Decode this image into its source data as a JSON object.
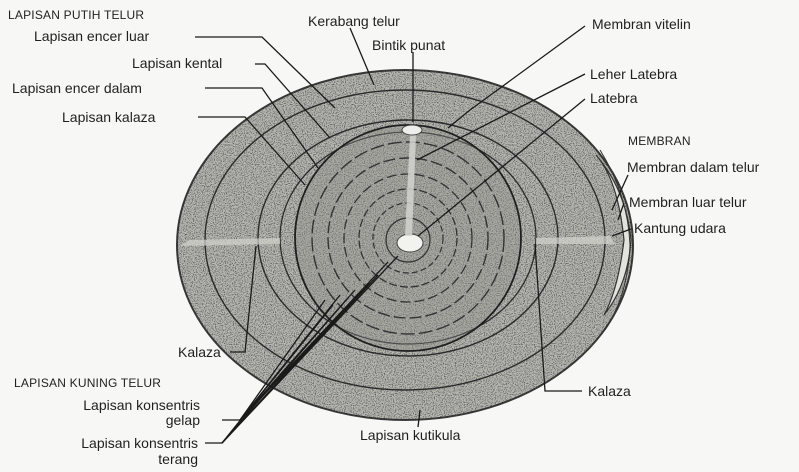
{
  "headings": {
    "egg_white_layers": "LAPISAN PUTIH TELUR",
    "membranes": "MEMBRAN",
    "yolk_layers": "LAPISAN KUNING TELUR"
  },
  "labels": {
    "thin_outer_albumen": "Lapisan encer luar",
    "thick_albumen": "Lapisan kental",
    "thin_inner_albumen": "Lapisan encer dalam",
    "chalaziferous_layer": "Lapisan kalaza",
    "shell": "Kerabang telur",
    "germinal_disc": "Bintik punat",
    "vitelline_membrane": "Membran vitelin",
    "latebra_neck": "Leher Latebra",
    "latebra": "Latebra",
    "inner_shell_membrane": "Membran dalam telur",
    "outer_shell_membrane": "Membran luar telur",
    "air_cell": "Kantung udara",
    "chalaza_left": "Kalaza",
    "chalaza_right": "Kalaza",
    "dark_yolk_line1": "Lapisan konsentris",
    "dark_yolk_line2": "gelap",
    "light_yolk_line1": "Lapisan konsentris",
    "light_yolk_line2": "terang",
    "cuticle": "Lapisan kutikula"
  }
}
